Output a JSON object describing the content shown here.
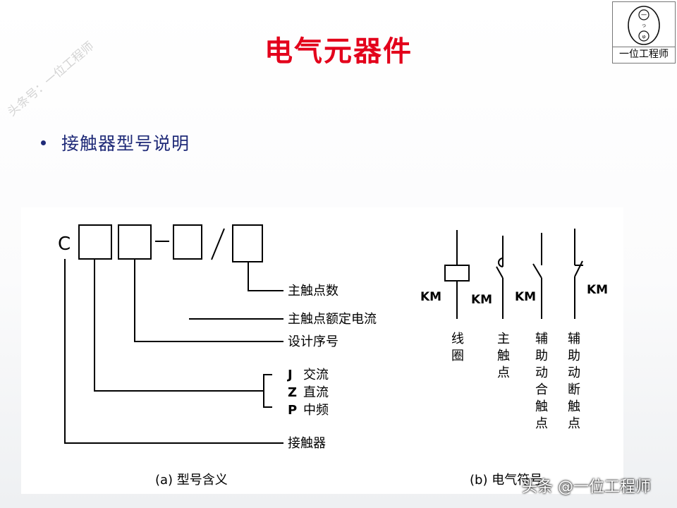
{
  "slide": {
    "title": "电气元器件",
    "watermark": "头条号：一位工程师",
    "bullet": "接触器型号说明",
    "footer": "头条 @一位工程师"
  },
  "logo": {
    "text": "一位工程师",
    "emblem_chars": [
      "一",
      "っ",
      "ゅ"
    ]
  },
  "figure_a": {
    "prefix": "C",
    "labels": {
      "main_contacts": "主触点数",
      "rated_current": "主触点额定电流",
      "design_no": "设计序号",
      "contactor": "接触器"
    },
    "current_types": [
      {
        "code": "J",
        "label": "交流"
      },
      {
        "code": "Z",
        "label": "直流"
      },
      {
        "code": "P",
        "label": "中频"
      }
    ],
    "caption": "(a) 型号含义"
  },
  "figure_b": {
    "designator": "KM",
    "labels": {
      "coil": "线圈",
      "main": "主触点",
      "aux_no": "辅助动合触点",
      "aux_nc": "辅助动断触点"
    },
    "caption": "(b) 电气符号"
  }
}
